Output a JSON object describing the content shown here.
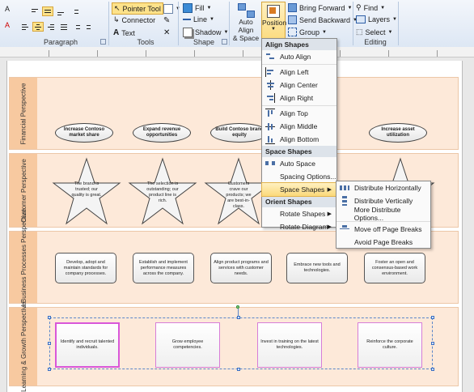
{
  "ribbon": {
    "groups": {
      "paragraph": "Paragraph",
      "tools": "Tools",
      "shape": "Shape",
      "editing": "Editing"
    },
    "tools": {
      "pointer": "Pointer Tool",
      "connector": "Connector",
      "text": "Text"
    },
    "shape": {
      "fill": "Fill",
      "line": "Line",
      "shadow": "Shadow"
    },
    "arrange": {
      "auto_align": "Auto Align",
      "auto_align_2": "& Space",
      "position": "Position",
      "bring_forward": "Bring Forward",
      "send_backward": "Send Backward",
      "group": "Group"
    },
    "editing": {
      "find": "Find",
      "layers": "Layers",
      "select": "Select"
    }
  },
  "menu": {
    "align_header": "Align Shapes",
    "auto_align": "Auto Align",
    "align_left": "Align Left",
    "align_center": "Align Center",
    "align_right": "Align Right",
    "align_top": "Align Top",
    "align_middle": "Align Middle",
    "align_bottom": "Align Bottom",
    "space_header": "Space Shapes",
    "auto_space": "Auto Space",
    "spacing_options": "Spacing Options...",
    "space_shapes": "Space Shapes",
    "orient_header": "Orient Shapes",
    "rotate_shapes": "Rotate Shapes",
    "rotate_diagram": "Rotate Diagram"
  },
  "submenu": {
    "distribute_h": "Distribute Horizontally",
    "distribute_v": "Distribute Vertically",
    "more_distribute": "More Distribute Options...",
    "move_off_breaks": "Move off Page Breaks",
    "avoid_breaks": "Avoid Page Breaks"
  },
  "lanes": {
    "financial": "Financial Perspective",
    "customer": "Customer Perspective",
    "internal": "Internal Business Processes Perspective",
    "learning": "Learning & Growth Perspective"
  },
  "financial": [
    "Increase Contoso market share",
    "Expand revenue opportunities",
    "Build Contoso brand equity",
    "Increase asset utilization"
  ],
  "customer": [
    "The brand is trusted; our quality is great.",
    "The selection is outstanding; our product line is rich.",
    "Customers crave our products; we are best-in-class."
  ],
  "internal": [
    "Develop, adopt and maintain standards for company processes.",
    "Establish and implement performance measures across the company.",
    "Align product programs and services with customer needs.",
    "Embrace new tools and technologies.",
    "Foster an open and consensus-based work environment."
  ],
  "learning": [
    "Identify and recruit talented individuals.",
    "Grow employee competencies.",
    "Invest in training on the latest technologies.",
    "Reinforce the corporate culture."
  ],
  "colors": {
    "lane_fill": "#fde9d9",
    "lane_label": "#f7c9a0",
    "highlight": "#fbd97a",
    "selection_box": "#d957d9"
  }
}
